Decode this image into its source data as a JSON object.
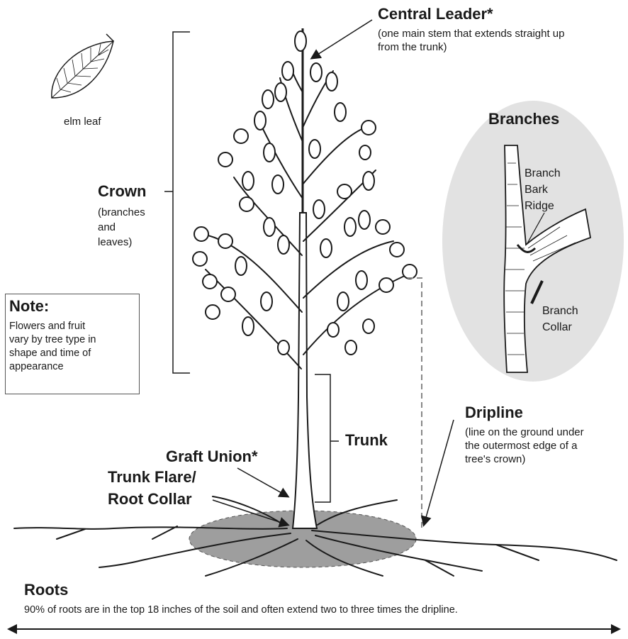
{
  "labels": {
    "central_leader": {
      "title": "Central Leader*",
      "line1": "(one main stem that extends straight up",
      "line2": "from the trunk)"
    },
    "crown": {
      "title": "Crown",
      "line1": "(branches",
      "line2": "and",
      "line3": "leaves)"
    },
    "leaf": {
      "caption": "elm leaf"
    },
    "note": {
      "title": "Note:",
      "line1": "Flowers and fruit",
      "line2": "vary by tree type in",
      "line3": "shape and time of",
      "line4": "appearance"
    },
    "branches": {
      "title": "Branches",
      "bark_ridge_1": "Branch",
      "bark_ridge_2": "Bark",
      "bark_ridge_3": "Ridge",
      "collar_1": "Branch",
      "collar_2": "Collar"
    },
    "dripline": {
      "title": "Dripline",
      "line1": "(line on the ground under",
      "line2": "the outermost edge of a",
      "line3": "tree's crown)"
    },
    "trunk": {
      "title": "Trunk"
    },
    "graft_union": {
      "title": "Graft Union*"
    },
    "trunk_flare": {
      "line1": "Trunk Flare/",
      "line2": "Root Collar"
    },
    "roots": {
      "title": "Roots",
      "text": "90% of roots are in the top 18 inches of the soil and often extend two to three times the dripline."
    }
  },
  "colors": {
    "ink": "#1a1a1a",
    "shade": "#9e9e9e",
    "inset": "#e2e2e2"
  },
  "icons": [
    "elm-leaf-icon",
    "tree-illustration",
    "branch-inset",
    "double-arrow"
  ]
}
